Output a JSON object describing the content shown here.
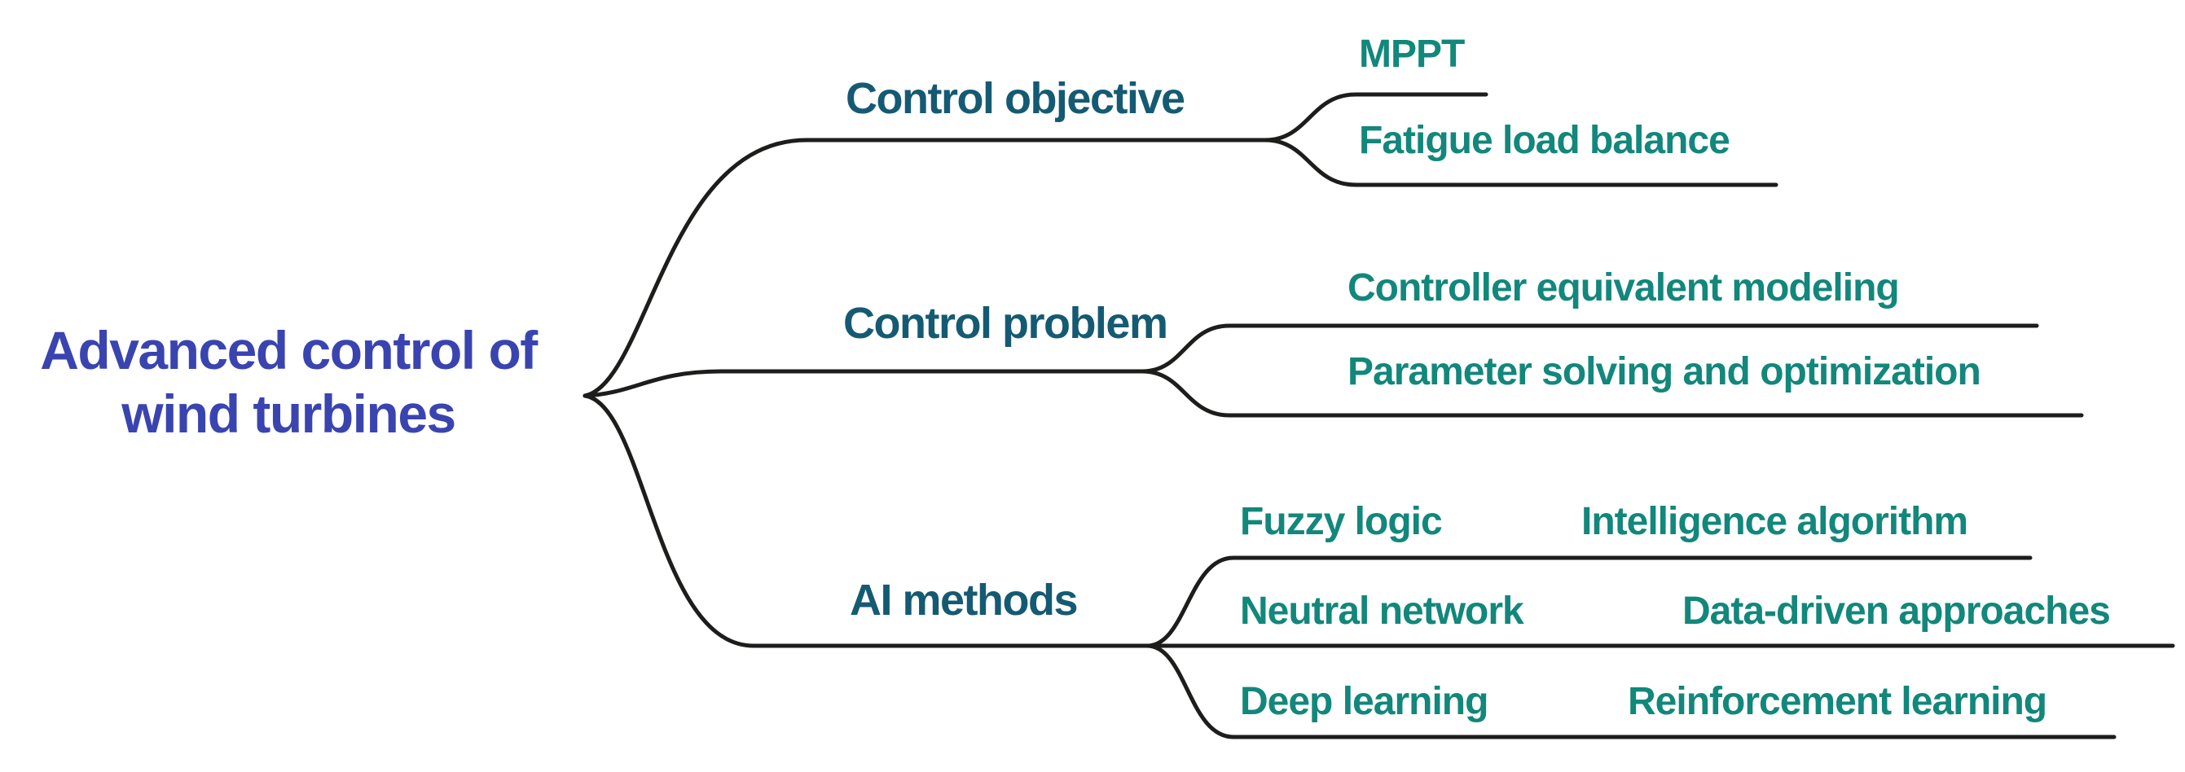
{
  "diagram": {
    "type": "mindmap",
    "background": "#ffffff"
  },
  "colors": {
    "root_text": "#3a44b0",
    "branch_text": "#155a73",
    "leaf_text": "#12877b",
    "line": "#1d1d1b"
  },
  "nodes": {
    "root": "Advanced control of\nwind turbines",
    "control_objective": "Control objective",
    "mppt": "MPPT",
    "fatigue_load_balance": "Fatigue load balance",
    "control_problem": "Control problem",
    "controller_equivalent_modeling": "Controller equivalent modeling",
    "parameter_solving_and_optimization": "Parameter solving and optimization",
    "ai_methods": "AI methods",
    "fuzzy_logic": "Fuzzy logic",
    "intelligence_algorithm": "Intelligence algorithm",
    "neutral_network": "Neutral network",
    "data_driven_approaches": "Data-driven approaches",
    "deep_learning": "Deep learning",
    "reinforcement_learning": "Reinforcement learning"
  },
  "tree": {
    "label": "Advanced control of wind turbines",
    "children": [
      {
        "label": "Control objective",
        "children": [
          {
            "label": "MPPT"
          },
          {
            "label": "Fatigue load balance"
          }
        ]
      },
      {
        "label": "Control problem",
        "children": [
          {
            "label": "Controller equivalent modeling"
          },
          {
            "label": "Parameter solving and optimization"
          }
        ]
      },
      {
        "label": "AI methods",
        "children": [
          {
            "label": "Fuzzy logic"
          },
          {
            "label": "Intelligence algorithm"
          },
          {
            "label": "Neutral network"
          },
          {
            "label": "Data-driven approaches"
          },
          {
            "label": "Deep learning"
          },
          {
            "label": "Reinforcement learning"
          }
        ]
      }
    ]
  }
}
